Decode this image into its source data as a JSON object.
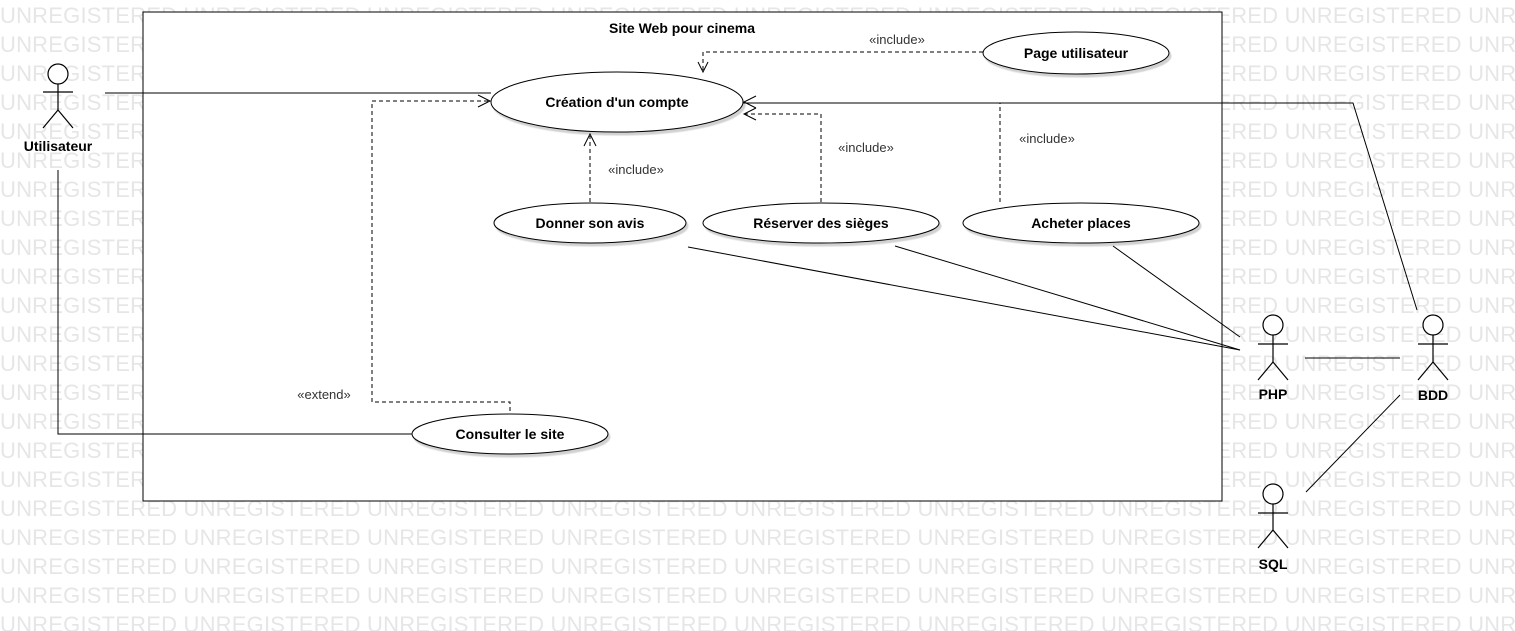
{
  "watermark": "UNREGISTERED",
  "system": {
    "title": "Site Web pour cinema"
  },
  "use_cases": {
    "creation_compte": "Création d'un compte",
    "page_utilisateur": "Page utilisateur",
    "donner_avis": "Donner son avis",
    "reserver_sieges": "Réserver des sièges",
    "acheter_places": "Acheter places",
    "consulter_site": "Consulter le site"
  },
  "actors": {
    "utilisateur": "Utilisateur",
    "php": "PHP",
    "bdd": "BDD",
    "sql": "SQL"
  },
  "stereotypes": {
    "include_page": "«include»",
    "include_avis": "«include»",
    "include_reserver": "«include»",
    "include_acheter": "«include»",
    "extend_consulter": "«extend»"
  }
}
